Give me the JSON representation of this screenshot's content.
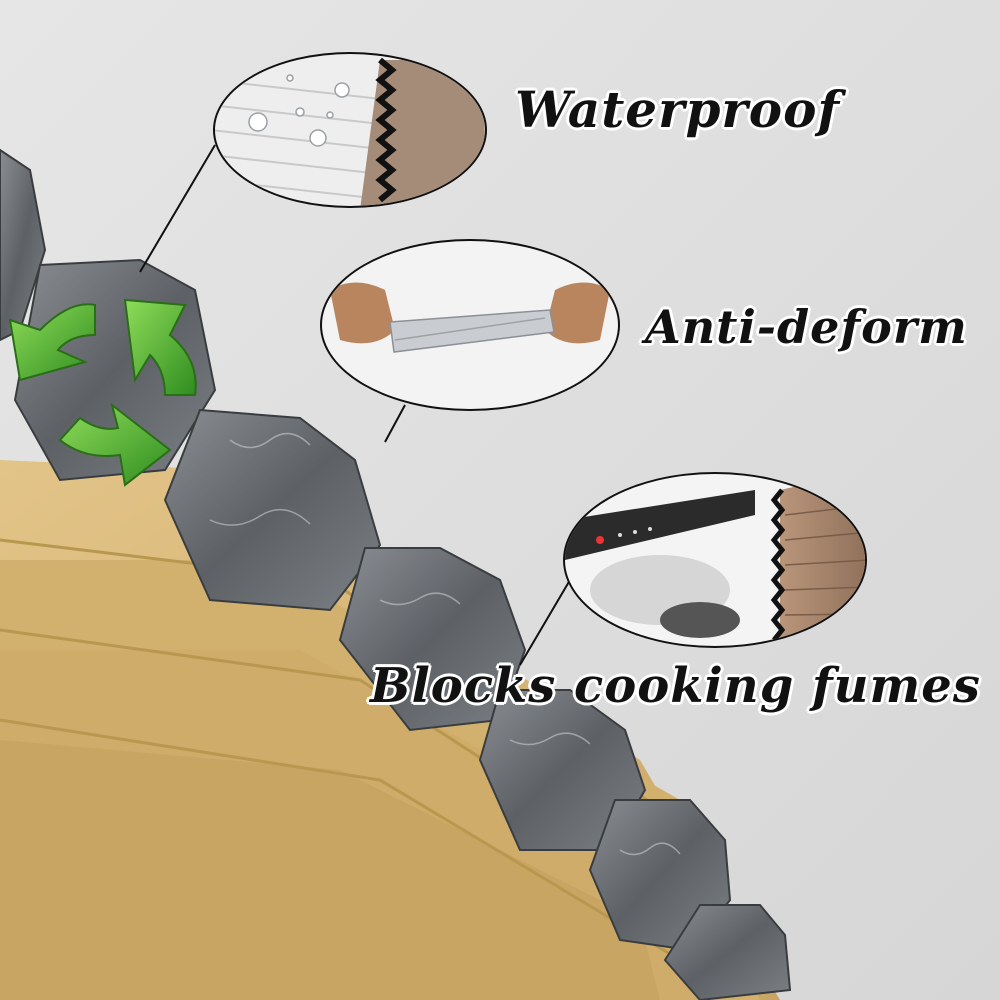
{
  "features": [
    {
      "id": "waterproof",
      "label": "Waterproof"
    },
    {
      "id": "anti-deform",
      "label": "Anti-deform"
    },
    {
      "id": "blocks-fumes",
      "label": "Blocks cooking fumes"
    }
  ],
  "colors": {
    "background": "#dfdfdf",
    "fabric_tan": "#d9b877",
    "foil_silver": "#6f7378",
    "arrow_green": "#4fae2e",
    "text": "#111111"
  }
}
